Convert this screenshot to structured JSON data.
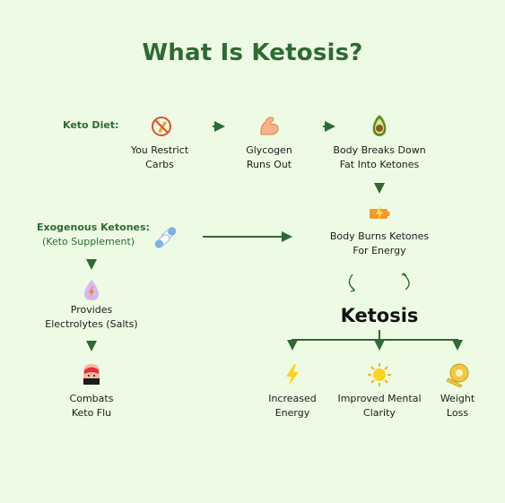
{
  "title": "What Is Ketosis?",
  "keto_diet": {
    "label": "Keto Diet:",
    "steps": [
      {
        "icon": "no-carbs-icon",
        "text": [
          "You Restrict",
          "Carbs"
        ]
      },
      {
        "icon": "flexed-arm-icon",
        "text": [
          "Glycogen",
          "Runs Out"
        ]
      },
      {
        "icon": "avocado-icon",
        "text": [
          "Body Breaks Down",
          "Fat Into Ketones"
        ]
      }
    ]
  },
  "burn": {
    "icon": "battery-energy-icon",
    "text": [
      "Body Burns Ketones",
      "For Energy"
    ]
  },
  "exogenous": {
    "label": "Exogenous Ketones:",
    "sublabel": "(Keto Supplement)",
    "icon": "capsule-pills-icon",
    "steps": [
      {
        "icon": "electrolyte-drop-icon",
        "text": [
          "Provides",
          "Electrolytes (Salts)"
        ]
      },
      {
        "icon": "feverish-face-icon",
        "text": [
          "Combats",
          "Keto Flu"
        ]
      }
    ]
  },
  "ketosis": {
    "label": "Ketosis",
    "benefits": [
      {
        "icon": "lightning-bolt-icon",
        "text": [
          "Increased",
          "Energy"
        ]
      },
      {
        "icon": "sun-brain-icon",
        "text": [
          "Improved Mental",
          "Clarity"
        ]
      },
      {
        "icon": "measuring-tape-icon",
        "text": [
          "Weight",
          "Loss"
        ]
      }
    ]
  },
  "colors": {
    "background": "#edfbe4",
    "accent": "#2d6a34",
    "text": "#1c1c1c"
  }
}
